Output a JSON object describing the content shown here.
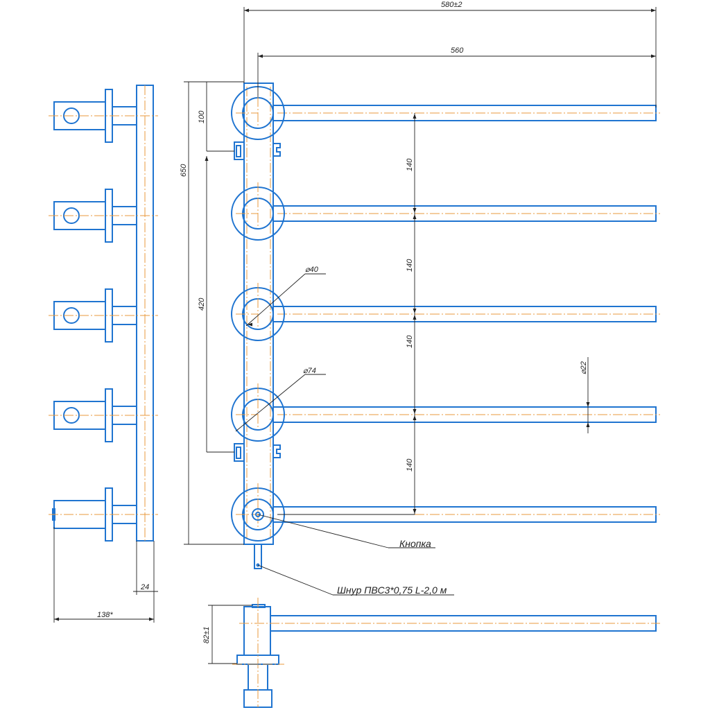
{
  "dimensions": {
    "overall_length": "580±2",
    "arm_length": "560",
    "total_height": "650",
    "top_offset": "100",
    "bracket_spacing": "420",
    "arm_spacing": [
      "140",
      "140",
      "140",
      "140"
    ],
    "hub_inner_diameter": "⌀40",
    "hub_outer_diameter": "⌀74",
    "arm_diameter": "⌀22",
    "plate_thickness": "24",
    "side_depth": "138*",
    "bottom_height": "82±1"
  },
  "callouts": {
    "button": "Кнопка",
    "cord": "Шнур ПВС3*0,75 L-2,0 м"
  },
  "colors": {
    "outline": "#1f74d0",
    "centerline": "#e89a3c",
    "dimension": "#222222"
  }
}
